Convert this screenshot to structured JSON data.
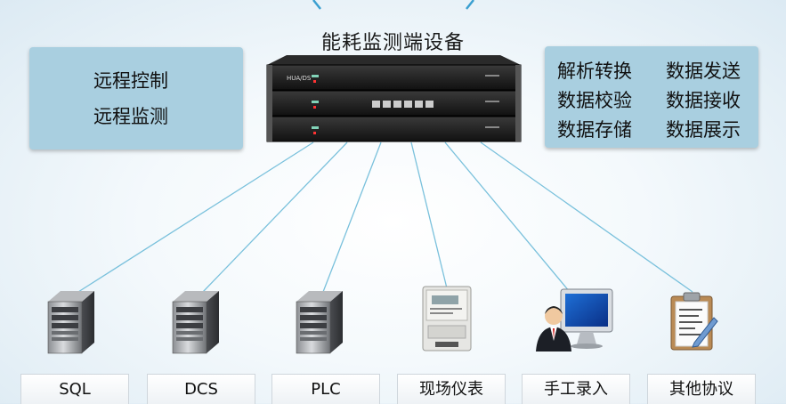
{
  "title": "能耗监测端设备",
  "left_panel": {
    "items": [
      "远程控制",
      "远程监测"
    ]
  },
  "right_panel": {
    "items": [
      "解析转换",
      "数据发送",
      "数据校验",
      "数据接收",
      "数据存储",
      "数据展示"
    ]
  },
  "device": {
    "brand": "HUA/DS"
  },
  "sources": [
    {
      "label": "SQL",
      "icon": "server-icon"
    },
    {
      "label": "DCS",
      "icon": "server-icon"
    },
    {
      "label": "PLC",
      "icon": "server-icon"
    },
    {
      "label": "现场仪表",
      "icon": "meter-icon"
    },
    {
      "label": "手工录入",
      "icon": "operator-computer-icon"
    },
    {
      "label": "其他协议",
      "icon": "clipboard-icon"
    }
  ],
  "colors": {
    "panel": "#a9cfe0",
    "link": "#7ac1dc",
    "device": "#1d1d1d"
  }
}
